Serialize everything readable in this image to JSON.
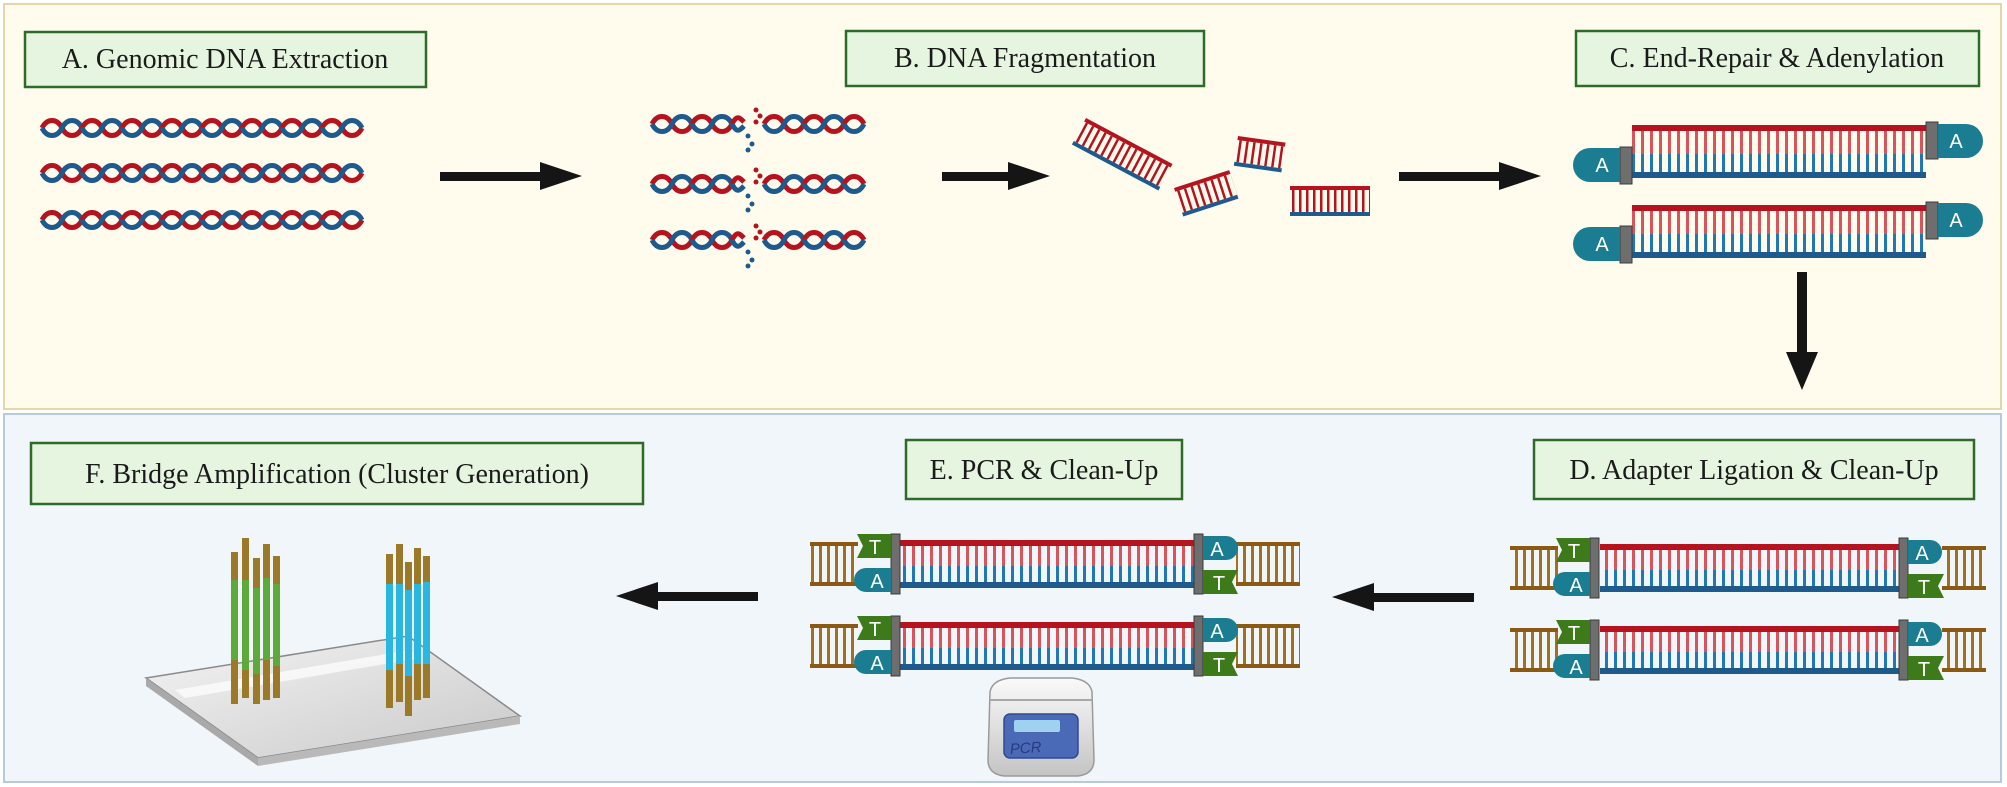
{
  "steps": {
    "a": "A. Genomic DNA Extraction",
    "b": "B. DNA Fragmentation",
    "c": "C. End-Repair & Adenylation",
    "d": "D. Adapter Ligation & Clean-Up",
    "e": "E. PCR & Clean-Up",
    "f": "F. Bridge Amplification (Cluster Generation)"
  },
  "glyphs": {
    "a_tail": "A",
    "t_tail": "T"
  },
  "device": {
    "label": "PCR"
  },
  "colors": {
    "strand_red": "#b5141e",
    "strand_blue": "#1f5a8c",
    "panel_top_bg": "#fffcee",
    "panel_top_border": "#e3d7a8",
    "panel_bottom_bg": "#f1f6fb",
    "panel_bottom_border": "#b9c9dc",
    "label_bg": "#e6f5df",
    "label_border": "#2e6a28",
    "adenine_cap": "#1a7d91",
    "thymine_cap": "#3d7a1a",
    "adapter_brown": "#8a5a14",
    "cluster_green": "#5caa3a",
    "cluster_cyan": "#29b6e0"
  }
}
